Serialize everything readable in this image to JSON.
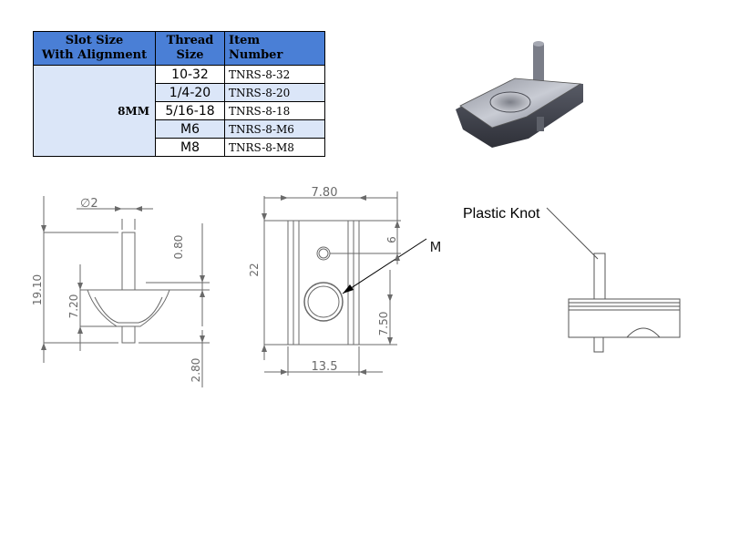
{
  "table": {
    "headers": {
      "slot_line1": "Slot Size",
      "slot_line2": "With Alignment",
      "thread_line1": "Thread",
      "thread_line2": "Size",
      "item_line1": "Item",
      "item_line2": "Number"
    },
    "group_label": "8MM",
    "rows": [
      {
        "thread": "10-32",
        "item": "TNRS-8-32"
      },
      {
        "thread": "1/4-20",
        "item": "TNRS-8-20"
      },
      {
        "thread": "5/16-18",
        "item": "TNRS-8-18"
      },
      {
        "thread": "M6",
        "item": "TNRS-8-M6"
      },
      {
        "thread": "M8",
        "item": "TNRS-8-M8"
      }
    ]
  },
  "side_view": {
    "dia": "∅2",
    "height_total": "19.10",
    "top_pin": "0.80",
    "body": "7.20",
    "bottom_pin": "2.80"
  },
  "front_view": {
    "width_top": "7.80",
    "height": "22",
    "hole_offset": "6",
    "thread_label": "M",
    "hole_center": "7.50",
    "width_bottom": "13.5"
  },
  "end_view": {
    "label": "Plastic Knot"
  },
  "colors": {
    "header_blue": "#4a7fd6",
    "row_shade": "#dbe6f8",
    "line_gray": "#6a6a6a"
  }
}
